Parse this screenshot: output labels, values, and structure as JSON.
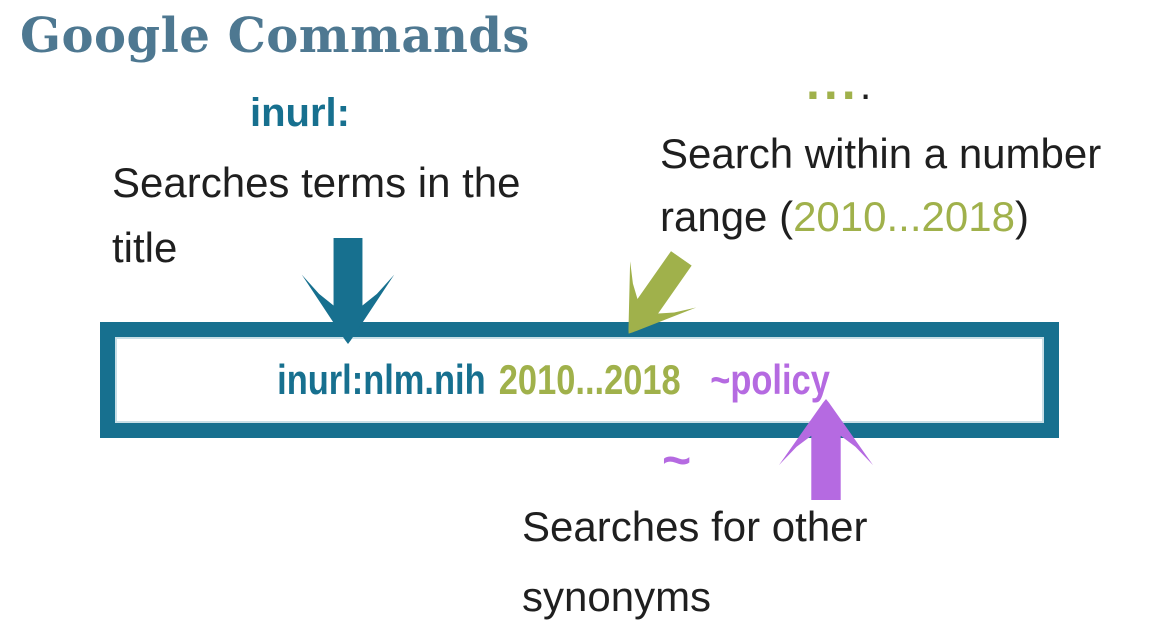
{
  "title": "Google Commands",
  "colors": {
    "teal": "#17708F",
    "olive": "#A0B14B",
    "purple": "#B56AE1",
    "title_blue": "#4E7891",
    "text": "#1F1F1F"
  },
  "inurl_note": {
    "command": "inurl:",
    "line1": "Searches terms in the",
    "line2": "title"
  },
  "range_note": {
    "command": "...",
    "period": ".",
    "line1": "Search within a number",
    "line2_prefix": "range (",
    "line2_range": "2010...2018",
    "line2_suffix": ")"
  },
  "synonym_note": {
    "command": "~",
    "line1": "Searches for other",
    "line2": "synonyms"
  },
  "search_box": {
    "query_inurl": "inurl:nlm.nih",
    "query_range": "2010...2018",
    "query_synonym": "~policy"
  },
  "icons": {
    "teal_arrow": "down-arrow-icon",
    "olive_arrow": "tilted-down-arrow-icon",
    "purple_arrow": "up-arrow-icon"
  }
}
